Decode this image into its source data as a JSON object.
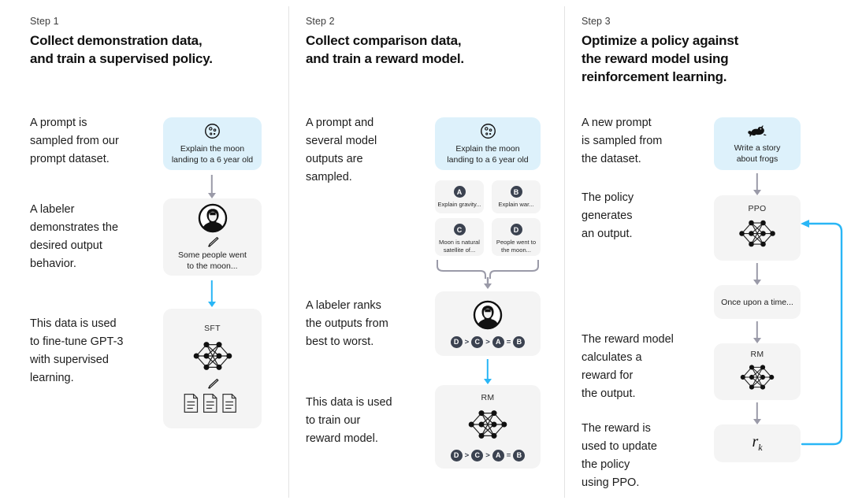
{
  "columns": [
    {
      "step_label": "Step 1",
      "title_line1": "Collect demonstration data,",
      "title_line2": "and train a supervised policy.",
      "paragraphs": [
        "A prompt is\nsampled from our\nprompt dataset.",
        "A labeler\ndemonstrates the\ndesired output\nbehavior.",
        "This data is used\nto fine-tune GPT-3\nwith supervised\nlearning."
      ],
      "nodes": {
        "prompt": {
          "icon": "moon-icon",
          "text": "Explain the moon\nlanding to a 6 year old"
        },
        "labeler": {
          "icon": "labeler-avatar-icon",
          "pencil": "pencil-icon",
          "text": "Some people went\nto the moon..."
        },
        "sft": {
          "title": "SFT",
          "icon": "neural-network-icon",
          "pencil": "pencil-icon",
          "docs": "documents-icon"
        }
      }
    },
    {
      "step_label": "Step 2",
      "title_line1": "Collect comparison data,",
      "title_line2": "and train a reward model.",
      "paragraphs": [
        "A prompt and\nseveral model\noutputs are\nsampled.",
        "A labeler ranks\nthe outputs from\nbest to worst.",
        "This data is used\nto train our\nreward model."
      ],
      "nodes": {
        "prompt": {
          "icon": "moon-icon",
          "text": "Explain the moon\nlanding to a 6 year old"
        },
        "options": [
          {
            "badge": "A",
            "text": "Explain gravity..."
          },
          {
            "badge": "B",
            "text": "Explain war..."
          },
          {
            "badge": "C",
            "text": "Moon is natural\nsatellite of..."
          },
          {
            "badge": "D",
            "text": "People went to\nthe moon..."
          }
        ],
        "labeler": {
          "icon": "labeler-avatar-icon"
        },
        "ranking": [
          "D",
          ">",
          "C",
          ">",
          "A",
          "=",
          "B"
        ],
        "rm": {
          "title": "RM",
          "icon": "neural-network-icon"
        }
      }
    },
    {
      "step_label": "Step 3",
      "title_line1": "Optimize a policy against",
      "title_line2": "the reward model using",
      "title_line3": "reinforcement learning.",
      "paragraphs": [
        "A new prompt\nis sampled from\nthe dataset.",
        "The policy\ngenerates\nan output.",
        "The reward model\ncalculates a\nreward for\nthe output.",
        "The reward is\nused to update\nthe policy\nusing PPO."
      ],
      "nodes": {
        "prompt": {
          "icon": "frog-icon",
          "text": "Write a story\nabout frogs"
        },
        "ppo": {
          "title": "PPO",
          "icon": "neural-network-icon"
        },
        "output": {
          "text": "Once upon a time..."
        },
        "rm": {
          "title": "RM",
          "icon": "neural-network-icon"
        },
        "reward": {
          "symbol": "r",
          "subscript": "k"
        }
      }
    }
  ],
  "colors": {
    "prompt_box": "#ddf1fb",
    "node_box": "#f4f4f4",
    "arrow_gray": "#9a9aa8",
    "arrow_blue": "#29b6f6",
    "badge": "#3b4250",
    "divider": "#e3e3e3",
    "text": "#1d1d1d"
  }
}
